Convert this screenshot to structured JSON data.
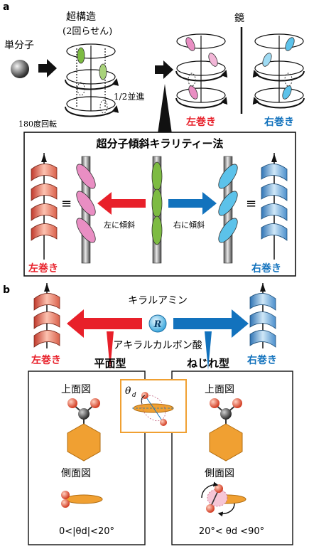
{
  "panel_a": {
    "label": "a",
    "single_molecule": "単分子",
    "superstructure": "超構造",
    "double_helix": "(2回らせん)",
    "half_translation": "1/2並進",
    "rotation_180": "180度回転",
    "mirror": "鏡",
    "left_handed": "左巻き",
    "right_handed": "右巻き",
    "method_title": "超分子傾斜キラリティー法",
    "tilt_left": "左に傾斜",
    "tilt_right": "右に傾斜",
    "equiv": "≡",
    "left_handed_bottom": "左巻き",
    "right_handed_bottom": "右巻き"
  },
  "panel_b": {
    "label": "b",
    "chiral_amine": "キラルアミン",
    "r_symbol": "R",
    "achiral_acid": "アキラルカルボン酸",
    "left_handed": "左巻き",
    "right_handed": "右巻き",
    "planar_type": "平面型",
    "twisted_type": "ねじれ型",
    "top_view_left": "上面図",
    "top_view_right": "上面図",
    "side_view_left": "側面図",
    "side_view_right": "側面図",
    "theta_symbol": "θ",
    "theta_sub": "d",
    "range_planar": "0<|θd|<20°",
    "range_twisted": "20°< θd <90°"
  },
  "colors": {
    "red": "#e8202a",
    "blue": "#1272bd",
    "green": "#7dbb42",
    "pink": "#e98ec3",
    "light_blue": "#5cc2ea",
    "orange": "#f0a032",
    "helix_red": "#f08a70",
    "helix_blue": "#7ab8e0"
  }
}
